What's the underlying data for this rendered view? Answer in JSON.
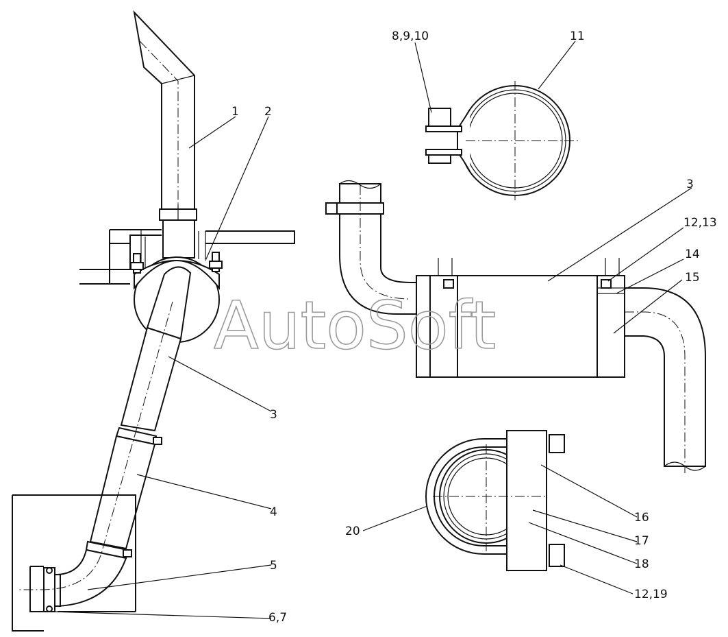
{
  "watermark": "AutoSoft",
  "callouts": {
    "c1": "1",
    "c2": "2",
    "c3_left": "3",
    "c4": "4",
    "c5": "5",
    "c67": "6,7",
    "c8910": "8,9,10",
    "c11": "11",
    "c3_right": "3",
    "c1213": "12,13",
    "c14": "14",
    "c15": "15",
    "c16": "16",
    "c17": "17",
    "c18": "18",
    "c20": "20",
    "c1219": "12,19"
  }
}
